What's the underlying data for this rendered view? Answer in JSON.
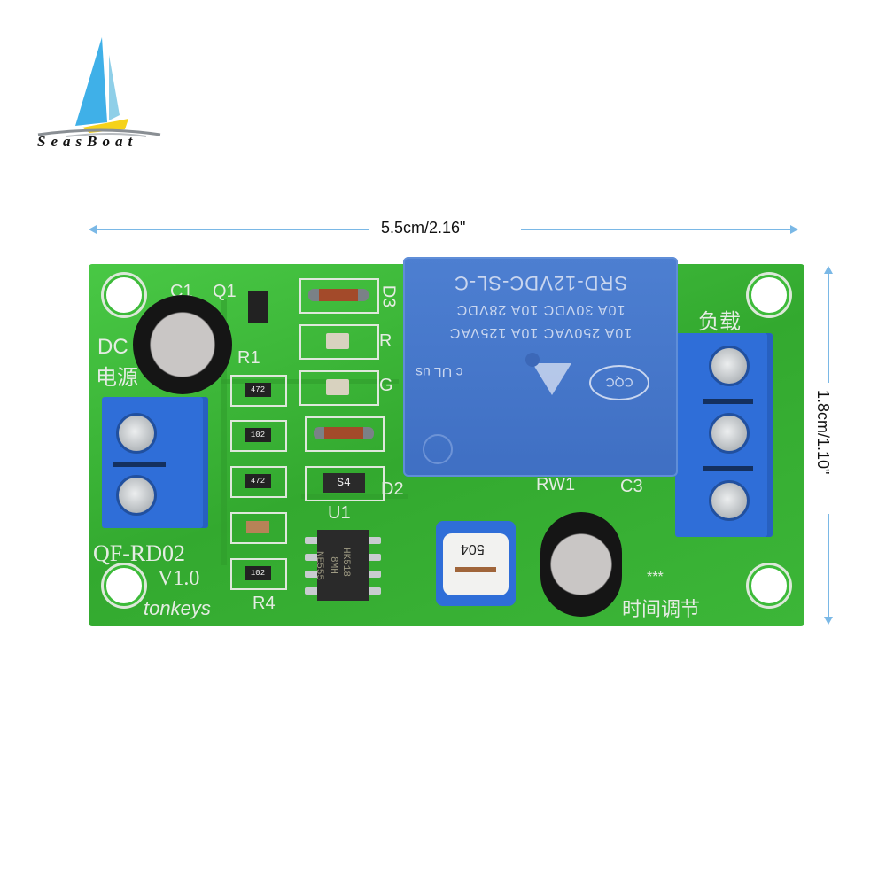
{
  "brand": {
    "name": "SeasBoat",
    "logo_icon": "sailboat-icon",
    "colors": {
      "sail_blue": "#3fb0e8",
      "sail_light": "#8fcfe8",
      "hull_yellow": "#f5d21a",
      "wave_gray": "#8a8f94"
    }
  },
  "dimensions": {
    "width_label": "5.5cm/2.16\"",
    "height_label": "1.8cm/1.10\"",
    "arrow_color": "#7ab8e6"
  },
  "pcb": {
    "color": "#3dbb3a",
    "model": "QF-RD02",
    "version": "V1.0",
    "maker": "tonkeys",
    "labels": {
      "dc": "DC",
      "power_cn": "电源",
      "load_cn": "负载",
      "time_adjust_cn": "时间调节",
      "stars": "***",
      "c1": "C1",
      "q1": "Q1",
      "d3": "D3",
      "r": "R",
      "g": "G",
      "r1": "R1",
      "d2": "D2",
      "u1": "U1",
      "r4": "R4",
      "rw1": "RW1",
      "c3": "C3"
    },
    "relay": {
      "model": "SRD-12VDC-SL-C",
      "rating_1": "10A 30VDC  10A 28VDC",
      "rating_2": "10A 250VAC  10A 125VAC",
      "cert_ul": "c UL us",
      "cert_cqc": "CQC",
      "color": "#4477cc"
    },
    "resistors": [
      "472",
      "102",
      "472",
      "",
      "102"
    ],
    "diode_s4": "S4",
    "ic": {
      "line1": "NE555",
      "line2": "8MH",
      "line3": "HK518"
    },
    "potentiometer": "504",
    "terminal_color": "#2f6ed8"
  }
}
